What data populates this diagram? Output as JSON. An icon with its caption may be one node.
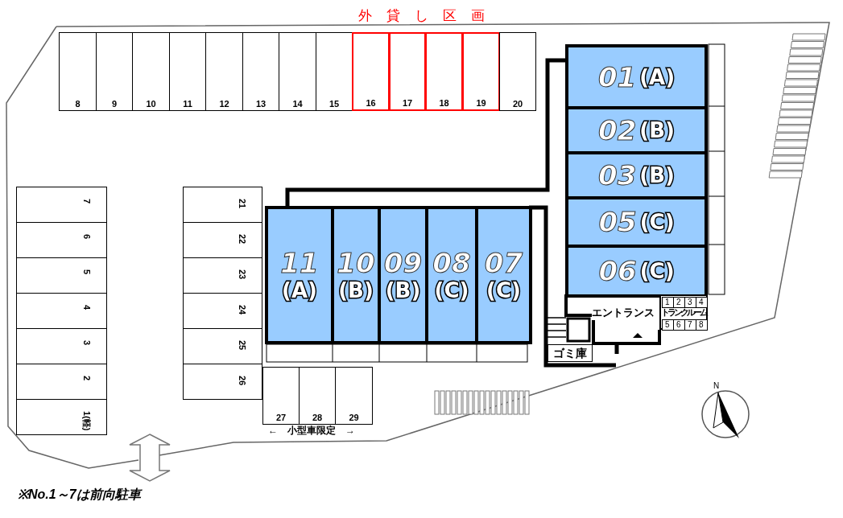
{
  "diagram": {
    "nodes": [
      {
        "text": [
          "8"
        ]
      },
      {
        "text": [
          "9"
        ]
      },
      {
        "text": [
          "10"
        ]
      },
      {
        "text": [
          "11"
        ]
      },
      {
        "text": [
          "12"
        ]
      },
      {
        "text": [
          "13"
        ]
      },
      {
        "text": [
          "14"
        ]
      },
      {
        "text": [
          "15"
        ]
      },
      {
        "text": [
          "16"
        ]
      },
      {
        "text": [
          "17"
        ]
      },
      {
        "text": [
          "18"
        ]
      },
      {
        "text": [
          "19"
        ]
      },
      {
        "text": [
          "20"
        ]
      },
      {
        "text": [
          "7"
        ]
      },
      {
        "text": [
          "6"
        ]
      },
      {
        "text": [
          "5"
        ]
      },
      {
        "text": [
          "4"
        ]
      },
      {
        "text": [
          "3"
        ]
      },
      {
        "text": [
          "2"
        ]
      },
      {
        "text": [
          "1(軽)"
        ]
      },
      {
        "text": [
          "21"
        ]
      },
      {
        "text": [
          "22"
        ]
      },
      {
        "text": [
          "23"
        ]
      },
      {
        "text": [
          "24"
        ]
      },
      {
        "text": [
          "25"
        ]
      },
      {
        "text": [
          "26"
        ]
      },
      {
        "text": [
          "27"
        ]
      },
      {
        "text": [
          "28"
        ]
      },
      {
        "text": [
          "29"
        ]
      },
      {
        "text": [
          "01",
          "(A)"
        ]
      },
      {
        "text": [
          "02",
          "(B)"
        ]
      },
      {
        "text": [
          "03",
          "(B)"
        ]
      },
      {
        "text": [
          "05",
          "(C)"
        ]
      },
      {
        "text": [
          "06",
          "(C)"
        ]
      },
      {
        "text": [
          "11",
          "(A)"
        ]
      },
      {
        "text": [
          "10",
          "(B)"
        ]
      },
      {
        "text": [
          "09",
          "(B)"
        ]
      },
      {
        "text": [
          "08",
          "(C)"
        ]
      },
      {
        "text": [
          "07",
          "(C)"
        ]
      },
      {
        "text": [
          "エントランス"
        ]
      },
      {
        "text": [
          "ゴミ庫"
        ]
      },
      {
        "text": [
          "トランクルーム"
        ]
      },
      {
        "text": [
          "1"
        ],
        "in": 41
      },
      {
        "text": [
          "2"
        ],
        "in": 41
      },
      {
        "text": [
          "3"
        ],
        "in": 41
      },
      {
        "text": [
          "4"
        ],
        "in": 41
      },
      {
        "text": [
          "5"
        ],
        "in": 41
      },
      {
        "text": [
          "6"
        ],
        "in": 41
      },
      {
        "text": [
          "7"
        ],
        "in": 41
      },
      {
        "text": [
          "8"
        ],
        "in": 41
      }
    ],
    "edges": [],
    "labels": [
      "外貸し区画",
      "←　小型車限定　→",
      "※No.1～7は前向駐車",
      "N"
    ]
  }
}
